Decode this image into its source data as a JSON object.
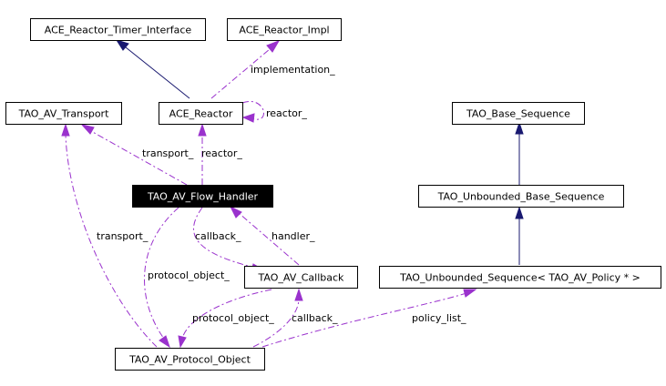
{
  "colors": {
    "inheritance_edge": "#191970",
    "usage_edge": "#9a32cd",
    "focus_node_fill": "#000000",
    "focus_node_text": "#ffffff"
  },
  "nodes": {
    "ace_reactor_timer_interface": "ACE_Reactor_Timer_Interface",
    "ace_reactor_impl": "ACE_Reactor_Impl",
    "tao_av_transport": "TAO_AV_Transport",
    "ace_reactor": "ACE_Reactor",
    "tao_base_sequence": "TAO_Base_Sequence",
    "tao_av_flow_handler": "TAO_AV_Flow_Handler",
    "tao_unbounded_base_sequence": "TAO_Unbounded_Base_Sequence",
    "tao_av_callback": "TAO_AV_Callback",
    "tao_unbounded_sequence_policy": "TAO_Unbounded_Sequence< TAO_AV_Policy * >",
    "tao_av_protocol_object": "TAO_AV_Protocol_Object"
  },
  "edge_labels": {
    "implementation": "implementation_",
    "reactor_self": "reactor_",
    "transport_top": "transport_",
    "reactor": "reactor_",
    "callback_top": "callback_",
    "handler": "handler_",
    "transport_left": "transport_",
    "protocol_object_left": "protocol_object_",
    "protocol_object_bottom": "protocol_object_",
    "callback_bottom": "callback_",
    "policy_list": "policy_list_"
  }
}
